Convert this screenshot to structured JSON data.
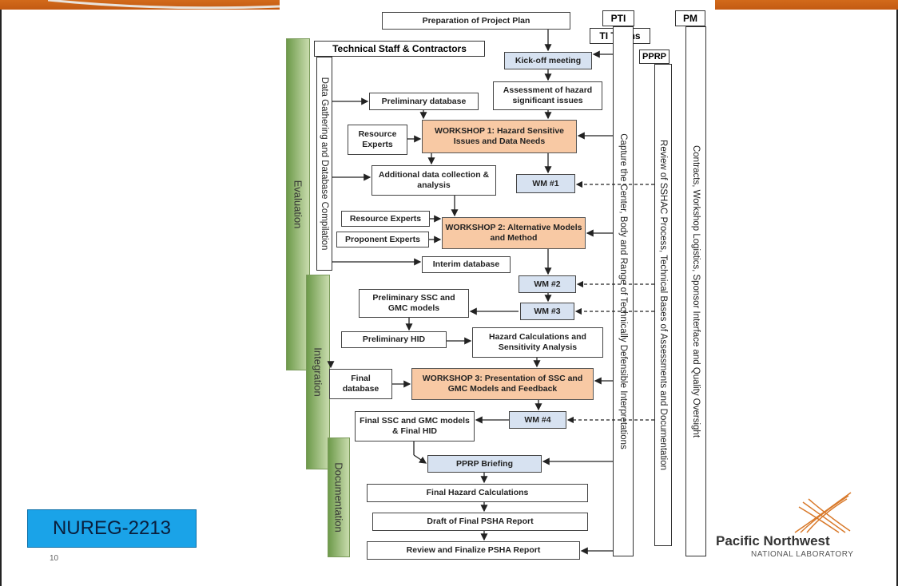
{
  "header": {
    "pti": "PTI",
    "pm": "PM",
    "ti_teams": "TI Teams",
    "pprp": "PPRP",
    "staff": "Technical Staff & Contractors"
  },
  "phases": {
    "evaluation": "Evaluation",
    "integration": "Integration",
    "documentation": "Documentation"
  },
  "columns": {
    "data_gathering": "Data Gathering and Database Compilation",
    "capture": "Capture the Center, Body and Range of Technically Defensible Interpretations",
    "review": "Review of SSHAC Process, Technical Bases of Assessments and Documentation",
    "contracts": "Contracts, Workshop Logistics, Sponsor Interface and Quality Oversight"
  },
  "boxes": {
    "project_plan": "Preparation of Project Plan",
    "kickoff": "Kick-off meeting",
    "assessment": "Assessment of hazard significant issues",
    "prelim_db": "Preliminary database",
    "resource_experts_1": "Resource Experts",
    "workshop1": "WORKSHOP 1: Hazard Sensitive Issues and Data Needs",
    "additional_data": "Additional data collection & analysis",
    "wm1": "WM #1",
    "resource_experts_2": "Resource Experts",
    "proponent_experts": "Proponent Experts",
    "workshop2": "WORKSHOP 2: Alternative Models and Method",
    "interim_db": "Interim database",
    "wm2": "WM #2",
    "prelim_models": "Preliminary SSC and GMC models",
    "wm3": "WM #3",
    "prelim_hid": "Preliminary HID",
    "hazard_calc": "Hazard Calculations and Sensitivity Analysis",
    "final_db": "Final database",
    "workshop3": "WORKSHOP 3: Presentation of SSC and GMC Models and Feedback",
    "wm4": "WM #4",
    "final_models": "Final SSC and GMC models & Final HID",
    "pprp_briefing": "PPRP Briefing",
    "final_hazard": "Final Hazard Calculations",
    "draft_report": "Draft of Final PSHA Report",
    "review_report": "Review and Finalize PSHA Report"
  },
  "footer": {
    "badge": "NUREG-2213",
    "page": "10",
    "logo_name": "Pacific Northwest",
    "logo_sub": "NATIONAL LABORATORY"
  },
  "colors": {
    "orange_bar": "#c86012",
    "workshop": "#f8c9a4",
    "wm": "#d7e2f1",
    "badge": "#1aa3e8",
    "phase_green": "#6d9a4a"
  }
}
